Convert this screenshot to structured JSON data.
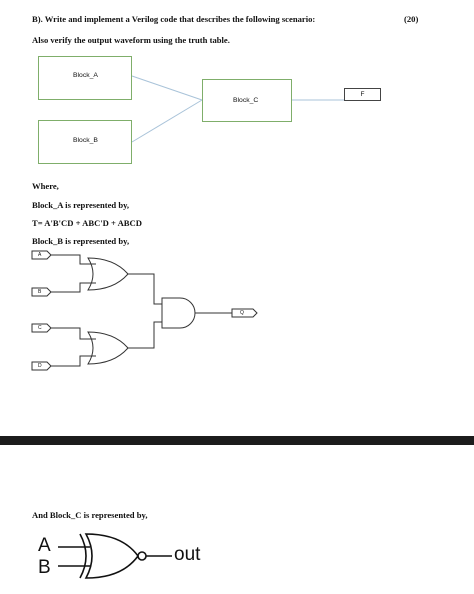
{
  "question": {
    "title": "B). Write and implement a Verilog code that describes the following scenario:",
    "marks": "(20)",
    "subtitle": "Also verify the output waveform using the truth table."
  },
  "block_diagram": {
    "block_a_label": "Block_A",
    "block_b_label": "Block_B",
    "block_c_label": "Block_C",
    "output_label": "F"
  },
  "description": {
    "where": "Where,",
    "block_a_line": "Block_A is represented by,",
    "equation": "T= A'B'CD + ABC'D + ABCD",
    "block_b_line": "Block_B is represented by,"
  },
  "block_b_circuit": {
    "inputs": [
      "A",
      "B",
      "C",
      "D"
    ],
    "output": "Q"
  },
  "block_c_section": {
    "line": "And Block_C is represented by,",
    "input_a": "A",
    "input_b": "B",
    "output": "out"
  }
}
